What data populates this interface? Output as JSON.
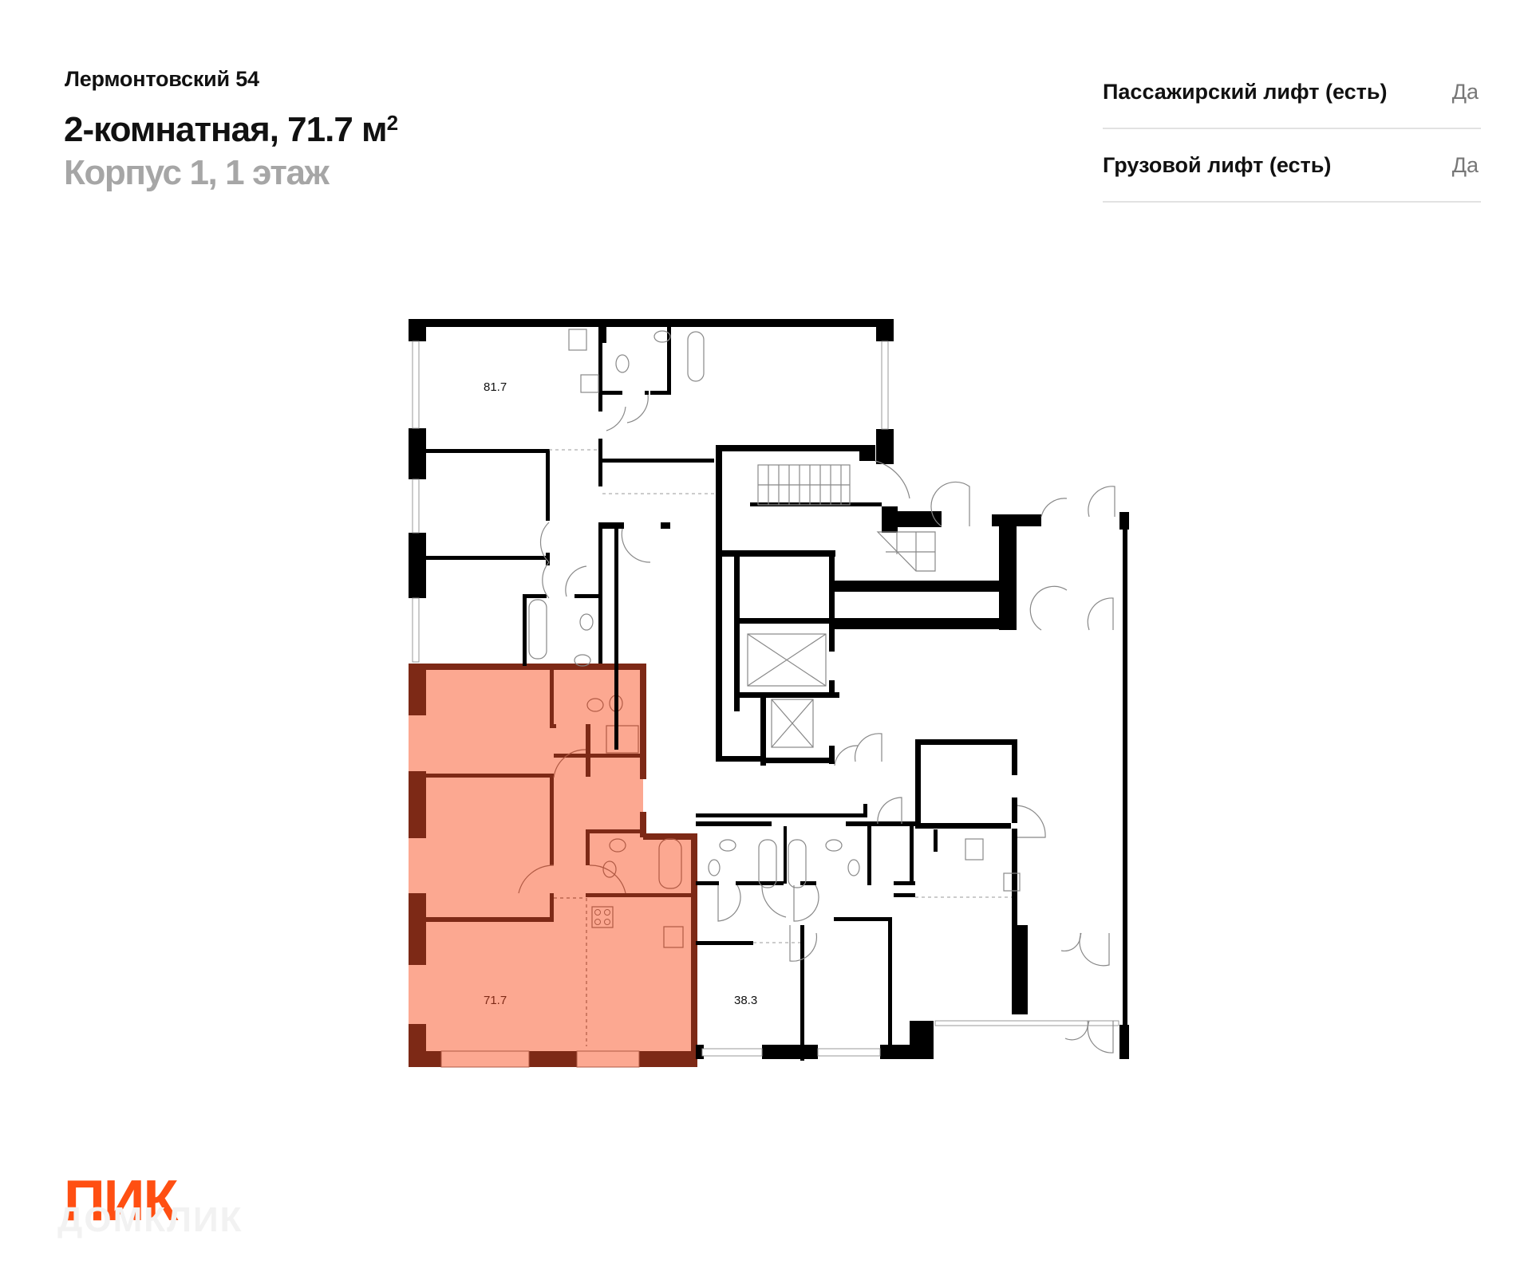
{
  "header": {
    "project_name": "Лермонтовский 54",
    "unit_title": "2-комнатная, 71.7 м",
    "unit_title_sup": "2",
    "unit_subtitle": "Корпус 1, 1 этаж"
  },
  "specs": [
    {
      "label": "Пассажирский лифт (есть)",
      "value": "Да"
    },
    {
      "label": "Грузовой лифт (есть)",
      "value": "Да"
    }
  ],
  "floor_plan": {
    "highlight_fill": "#FCA891",
    "highlight_wall": "#7D2916",
    "wall_color": "#000000",
    "units": [
      {
        "area": "81.7",
        "highlighted": false
      },
      {
        "area": "71.7",
        "highlighted": true
      },
      {
        "area": "38.3",
        "highlighted": false
      }
    ]
  },
  "logo": {
    "brand": "ПИК",
    "brand_color": "#FF4F12",
    "watermark": "ДОМКЛИК"
  }
}
